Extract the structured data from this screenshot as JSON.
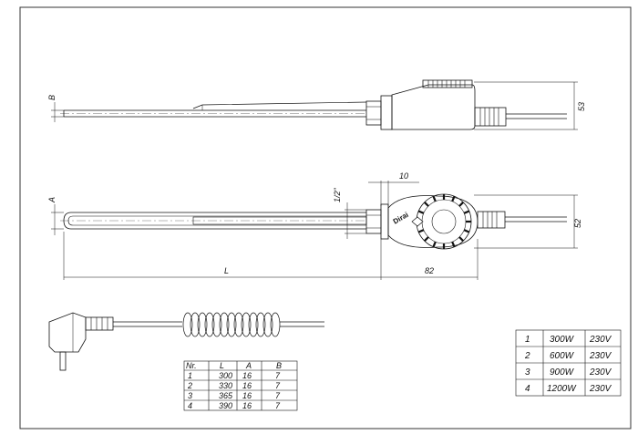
{
  "dimensions": {
    "side_b": "B",
    "side_height": "53",
    "front_a": "A",
    "thread": "1/2\"",
    "flange": "10",
    "front_height": "52",
    "length": "L",
    "body_length": "82"
  },
  "logo_text": "Dirai",
  "model_table": {
    "headers": [
      "Nr.",
      "L",
      "A",
      "B"
    ],
    "rows": [
      [
        "1",
        "300",
        "16",
        "7"
      ],
      [
        "2",
        "330",
        "16",
        "7"
      ],
      [
        "3",
        "365",
        "16",
        "7"
      ],
      [
        "4",
        "390",
        "16",
        "7"
      ]
    ]
  },
  "power_table": {
    "rows": [
      [
        "1",
        "300W",
        "230V"
      ],
      [
        "2",
        "600W",
        "230V"
      ],
      [
        "3",
        "900W",
        "230V"
      ],
      [
        "4",
        "1200W",
        "230V"
      ]
    ]
  }
}
